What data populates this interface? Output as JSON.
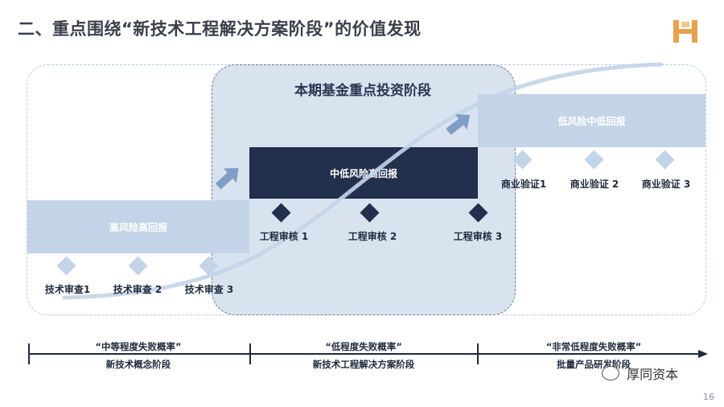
{
  "title": "二、重点围绕“新技术工程解决方案阶段”的价值发现",
  "focus_title": "本期基金重点投资阶段",
  "bands": {
    "high": "高风险高回报",
    "mid": "中低风险高回报",
    "low": "低风险中低回报"
  },
  "milestones": {
    "tech": [
      "技术审查1",
      "技术审查 2",
      "技术审查 3"
    ],
    "eng": [
      "工程审核 1",
      "工程审核 2",
      "工程审核 3"
    ],
    "biz": [
      "商业验证1",
      "商业验证 2",
      "商业验证 3"
    ]
  },
  "timeline": [
    {
      "prob": "“中等程度失败概率”",
      "stage": "新技术概念阶段"
    },
    {
      "prob": "“低程度失败概率”",
      "stage": "新技术工程解决方案阶段"
    },
    {
      "prob": "“非常低程度失败概率”",
      "stage": "批量产品研发阶段"
    }
  ],
  "watermark": "厚同资本",
  "page_number": "16",
  "colors": {
    "dark_navy": "#222f4d",
    "light_band": "#c3d4e8",
    "focus_bg": "#d9e3f0",
    "logo_orange": "#e7a24f"
  }
}
